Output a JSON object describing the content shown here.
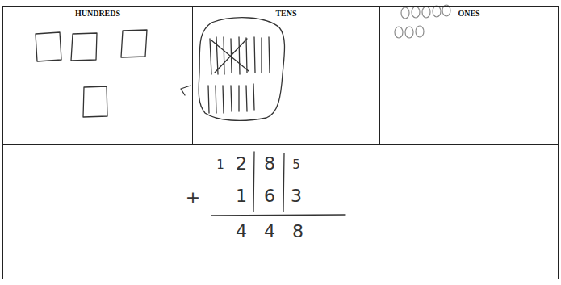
{
  "diagram": {
    "nodes": [
      {
        "text": [
          "HUNDREDS"
        ]
      },
      {
        "text": [
          "TENS"
        ]
      },
      {
        "text": [
          "ONES"
        ]
      },
      {
        "text": [
          "1",
          "2",
          "8",
          "5",
          "+",
          "1",
          "6",
          "3",
          "4",
          "4",
          "8"
        ]
      }
    ]
  }
}
